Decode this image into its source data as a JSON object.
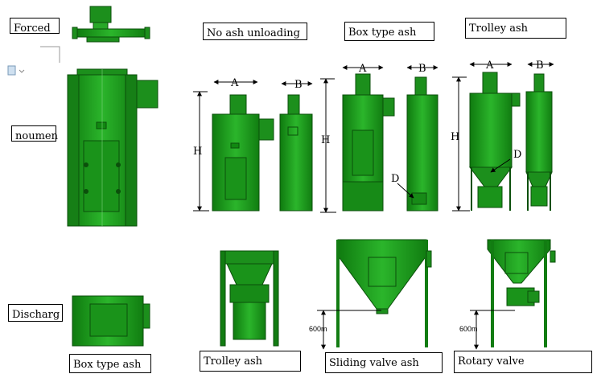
{
  "labels": {
    "forced": "Forced",
    "noumen": "noumen",
    "discharg": "Discharg",
    "no_ash": "No ash unloading",
    "box_type_top": "Box type ash",
    "trolley_top": "Trolley ash",
    "box_type_bottom": "Box type ash",
    "trolley_bottom": "Trolley ash",
    "sliding_valve": "Sliding valve ash",
    "rotary_valve": "Rotary valve"
  },
  "dimensions": {
    "a": "A",
    "b": "B",
    "h": "H",
    "d": "D",
    "height_600": "600m"
  },
  "colors": {
    "body": "#1f9e1f",
    "dark": "#0d5e0d",
    "light": "#4cc44c",
    "line": "#000000"
  }
}
